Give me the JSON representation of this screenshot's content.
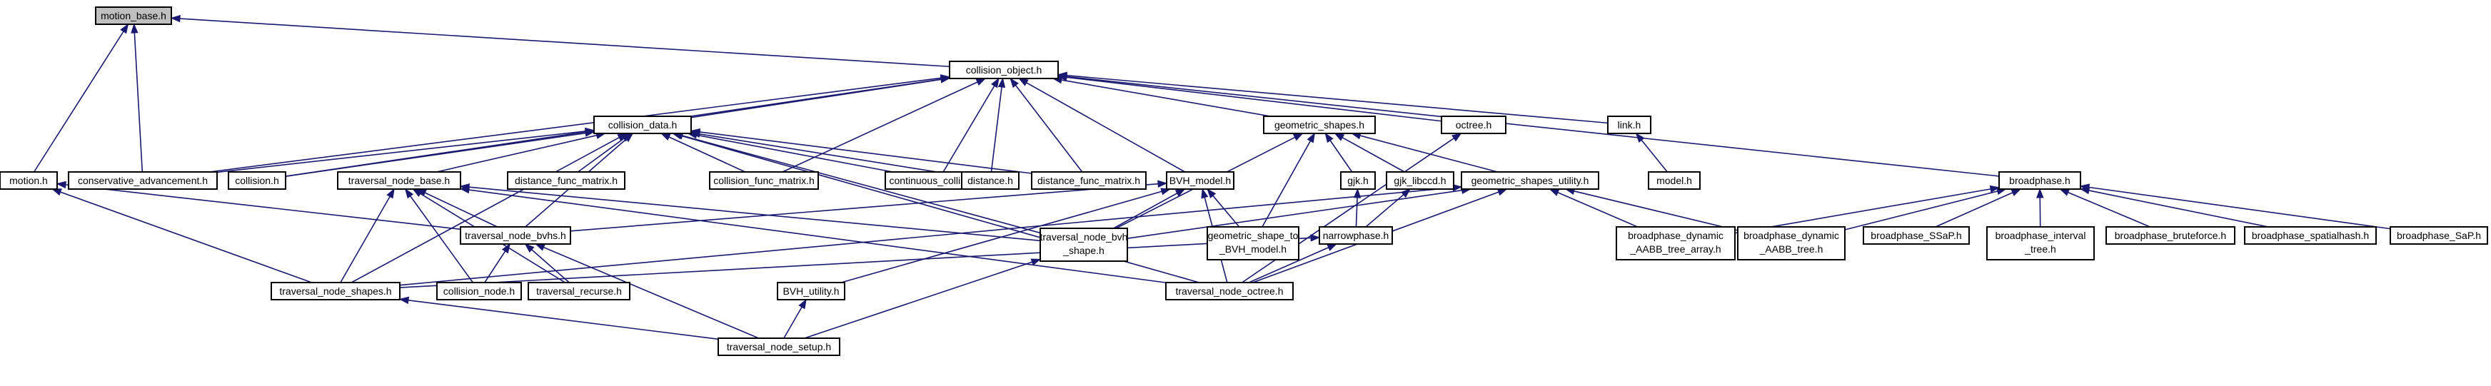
{
  "diagram": {
    "colors": {
      "node_fill": "#ffffff",
      "highlight_fill": "#bfbfbf",
      "node_border": "#000000",
      "edge": "#191970"
    },
    "nodes": [
      {
        "id": "motion_base",
        "label": "motion_base.h",
        "highlight": true
      },
      {
        "id": "collision_object",
        "label": "collision_object.h"
      },
      {
        "id": "motion",
        "label": "motion.h"
      },
      {
        "id": "conservative_advancement",
        "label": "conservative_advancement.h"
      },
      {
        "id": "collision_data",
        "label": "collision_data.h"
      },
      {
        "id": "collision",
        "label": "collision.h"
      },
      {
        "id": "geometric_shapes",
        "label": "geometric_shapes.h"
      },
      {
        "id": "octree",
        "label": "octree.h"
      },
      {
        "id": "link",
        "label": "link.h"
      },
      {
        "id": "model",
        "label": "model.h"
      },
      {
        "id": "broadphase",
        "label": "broadphase.h"
      },
      {
        "id": "traversal_node_base",
        "label": "traversal_node_base.h"
      },
      {
        "id": "distance_func_matrix_a",
        "label": "distance_func_matrix.h"
      },
      {
        "id": "collision_func_matrix",
        "label": "collision_func_matrix.h"
      },
      {
        "id": "continuous_collision",
        "label": "continuous_collision.h"
      },
      {
        "id": "distance",
        "label": "distance.h"
      },
      {
        "id": "distance_func_matrix_b",
        "label": "distance_func_matrix.h"
      },
      {
        "id": "BVH_model",
        "label": "BVH_model.h"
      },
      {
        "id": "gjk",
        "label": "gjk.h"
      },
      {
        "id": "gjk_libccd",
        "label": "gjk_libccd.h"
      },
      {
        "id": "geometric_shapes_utility",
        "label": "geometric_shapes_utility.h"
      },
      {
        "id": "traversal_node_bvhs",
        "label": "traversal_node_bvhs.h"
      },
      {
        "id": "traversal_node_bvh_shape",
        "label": "traversal_node_bvh",
        "label2": "_shape.h"
      },
      {
        "id": "geometric_shape_to_BVH_model",
        "label": "geometric_shape_to",
        "label2": "_BVH_model.h"
      },
      {
        "id": "narrowphase",
        "label": "narrowphase.h"
      },
      {
        "id": "broadphase_dynamic_AABB_tree_array",
        "label": "broadphase_dynamic",
        "label2": "_AABB_tree_array.h"
      },
      {
        "id": "broadphase_dynamic_AABB_tree",
        "label": "broadphase_dynamic",
        "label2": "_AABB_tree.h"
      },
      {
        "id": "broadphase_SSaP",
        "label": "broadphase_SSaP.h"
      },
      {
        "id": "broadphase_interval_tree",
        "label": "broadphase_interval",
        "label2": "_tree.h"
      },
      {
        "id": "broadphase_bruteforce",
        "label": "broadphase_bruteforce.h"
      },
      {
        "id": "broadphase_spatialhash",
        "label": "broadphase_spatialhash.h"
      },
      {
        "id": "broadphase_SaP",
        "label": "broadphase_SaP.h"
      },
      {
        "id": "traversal_node_shapes",
        "label": "traversal_node_shapes.h"
      },
      {
        "id": "collision_node",
        "label": "collision_node.h"
      },
      {
        "id": "traversal_recurse",
        "label": "traversal_recurse.h"
      },
      {
        "id": "BVH_utility",
        "label": "BVH_utility.h"
      },
      {
        "id": "traversal_node_octree",
        "label": "traversal_node_octree.h"
      },
      {
        "id": "traversal_node_setup",
        "label": "traversal_node_setup.h"
      }
    ],
    "edges": [
      [
        "collision_object",
        "motion_base"
      ],
      [
        "motion",
        "motion_base"
      ],
      [
        "conservative_advancement",
        "motion_base"
      ],
      [
        "conservative_advancement",
        "collision_object"
      ],
      [
        "collision_data",
        "collision_object"
      ],
      [
        "collision",
        "collision_object"
      ],
      [
        "geometric_shapes",
        "collision_object"
      ],
      [
        "octree",
        "collision_object"
      ],
      [
        "link",
        "collision_object"
      ],
      [
        "broadphase",
        "collision_object"
      ],
      [
        "collision_func_matrix",
        "collision_object"
      ],
      [
        "continuous_collision",
        "collision_object"
      ],
      [
        "distance",
        "collision_object"
      ],
      [
        "distance_func_matrix_b",
        "collision_object"
      ],
      [
        "BVH_model",
        "collision_object"
      ],
      [
        "model",
        "link"
      ],
      [
        "conservative_advancement",
        "collision_data"
      ],
      [
        "collision",
        "collision_data"
      ],
      [
        "traversal_node_base",
        "collision_data"
      ],
      [
        "distance_func_matrix_a",
        "collision_data"
      ],
      [
        "collision_func_matrix",
        "collision_data"
      ],
      [
        "continuous_collision",
        "collision_data"
      ],
      [
        "distance",
        "collision_data"
      ],
      [
        "distance_func_matrix_b",
        "collision_data"
      ],
      [
        "traversal_node_bvhs",
        "collision_data"
      ],
      [
        "traversal_node_shapes",
        "collision_data"
      ],
      [
        "traversal_node_bvh_shape",
        "collision_data"
      ],
      [
        "traversal_node_octree",
        "collision_data"
      ],
      [
        "traversal_node_bvh_shape",
        "geometric_shapes"
      ],
      [
        "geometric_shape_to_BVH_model",
        "geometric_shapes"
      ],
      [
        "gjk",
        "geometric_shapes"
      ],
      [
        "gjk_libccd",
        "geometric_shapes"
      ],
      [
        "geometric_shapes_utility",
        "geometric_shapes"
      ],
      [
        "traversal_node_octree",
        "octree"
      ],
      [
        "broadphase_dynamic_AABB_tree_array",
        "broadphase"
      ],
      [
        "broadphase_dynamic_AABB_tree",
        "broadphase"
      ],
      [
        "broadphase_SSaP",
        "broadphase"
      ],
      [
        "broadphase_interval_tree",
        "broadphase"
      ],
      [
        "broadphase_bruteforce",
        "broadphase"
      ],
      [
        "broadphase_spatialhash",
        "broadphase"
      ],
      [
        "broadphase_SaP",
        "broadphase"
      ],
      [
        "traversal_node_bvhs",
        "traversal_node_base"
      ],
      [
        "traversal_node_bvh_shape",
        "traversal_node_base"
      ],
      [
        "traversal_node_shapes",
        "traversal_node_base"
      ],
      [
        "collision_node",
        "traversal_node_base"
      ],
      [
        "traversal_recurse",
        "traversal_node_base"
      ],
      [
        "traversal_node_octree",
        "traversal_node_base"
      ],
      [
        "traversal_node_bvhs",
        "BVH_model"
      ],
      [
        "traversal_node_bvh_shape",
        "BVH_model"
      ],
      [
        "geometric_shape_to_BVH_model",
        "BVH_model"
      ],
      [
        "BVH_utility",
        "BVH_model"
      ],
      [
        "traversal_node_octree",
        "BVH_model"
      ],
      [
        "narrowphase",
        "gjk"
      ],
      [
        "narrowphase",
        "gjk_libccd"
      ],
      [
        "traversal_node_bvh_shape",
        "geometric_shapes_utility"
      ],
      [
        "broadphase_dynamic_AABB_tree_array",
        "geometric_shapes_utility"
      ],
      [
        "broadphase_dynamic_AABB_tree",
        "geometric_shapes_utility"
      ],
      [
        "traversal_node_shapes",
        "geometric_shapes_utility"
      ],
      [
        "traversal_node_octree",
        "geometric_shapes_utility"
      ],
      [
        "traversal_node_shapes",
        "motion"
      ],
      [
        "traversal_node_bvhs",
        "motion"
      ],
      [
        "collision_node",
        "traversal_node_bvhs"
      ],
      [
        "traversal_recurse",
        "traversal_node_bvhs"
      ],
      [
        "traversal_node_setup",
        "traversal_node_bvhs"
      ],
      [
        "traversal_node_setup",
        "traversal_node_bvh_shape"
      ],
      [
        "traversal_node_shapes",
        "narrowphase"
      ],
      [
        "traversal_node_octree",
        "narrowphase"
      ],
      [
        "traversal_node_setup",
        "traversal_node_shapes"
      ],
      [
        "traversal_node_setup",
        "BVH_utility"
      ]
    ]
  }
}
